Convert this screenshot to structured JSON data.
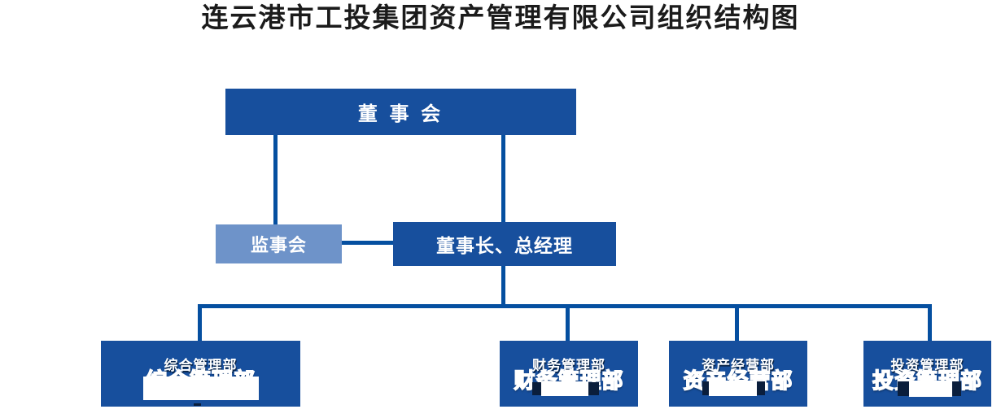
{
  "title": "连云港市工投集团资产管理有限公司组织结构图",
  "colors": {
    "primary_box": "#174F9D",
    "light_box": "#6E93C9",
    "connector_line": "#054FA0",
    "title_text": "#1B1B1B",
    "box_text": "#FFFFFF"
  },
  "nodes": {
    "board": {
      "label": "董 事 会"
    },
    "supervisory": {
      "label": "监事会"
    },
    "chairman_gm": {
      "label": "董事长、总经理"
    }
  },
  "departments": [
    {
      "label": "综合管理部"
    },
    {
      "label": "财务管理部"
    },
    {
      "label": "资产经营部"
    },
    {
      "label": "投资管理部"
    }
  ]
}
